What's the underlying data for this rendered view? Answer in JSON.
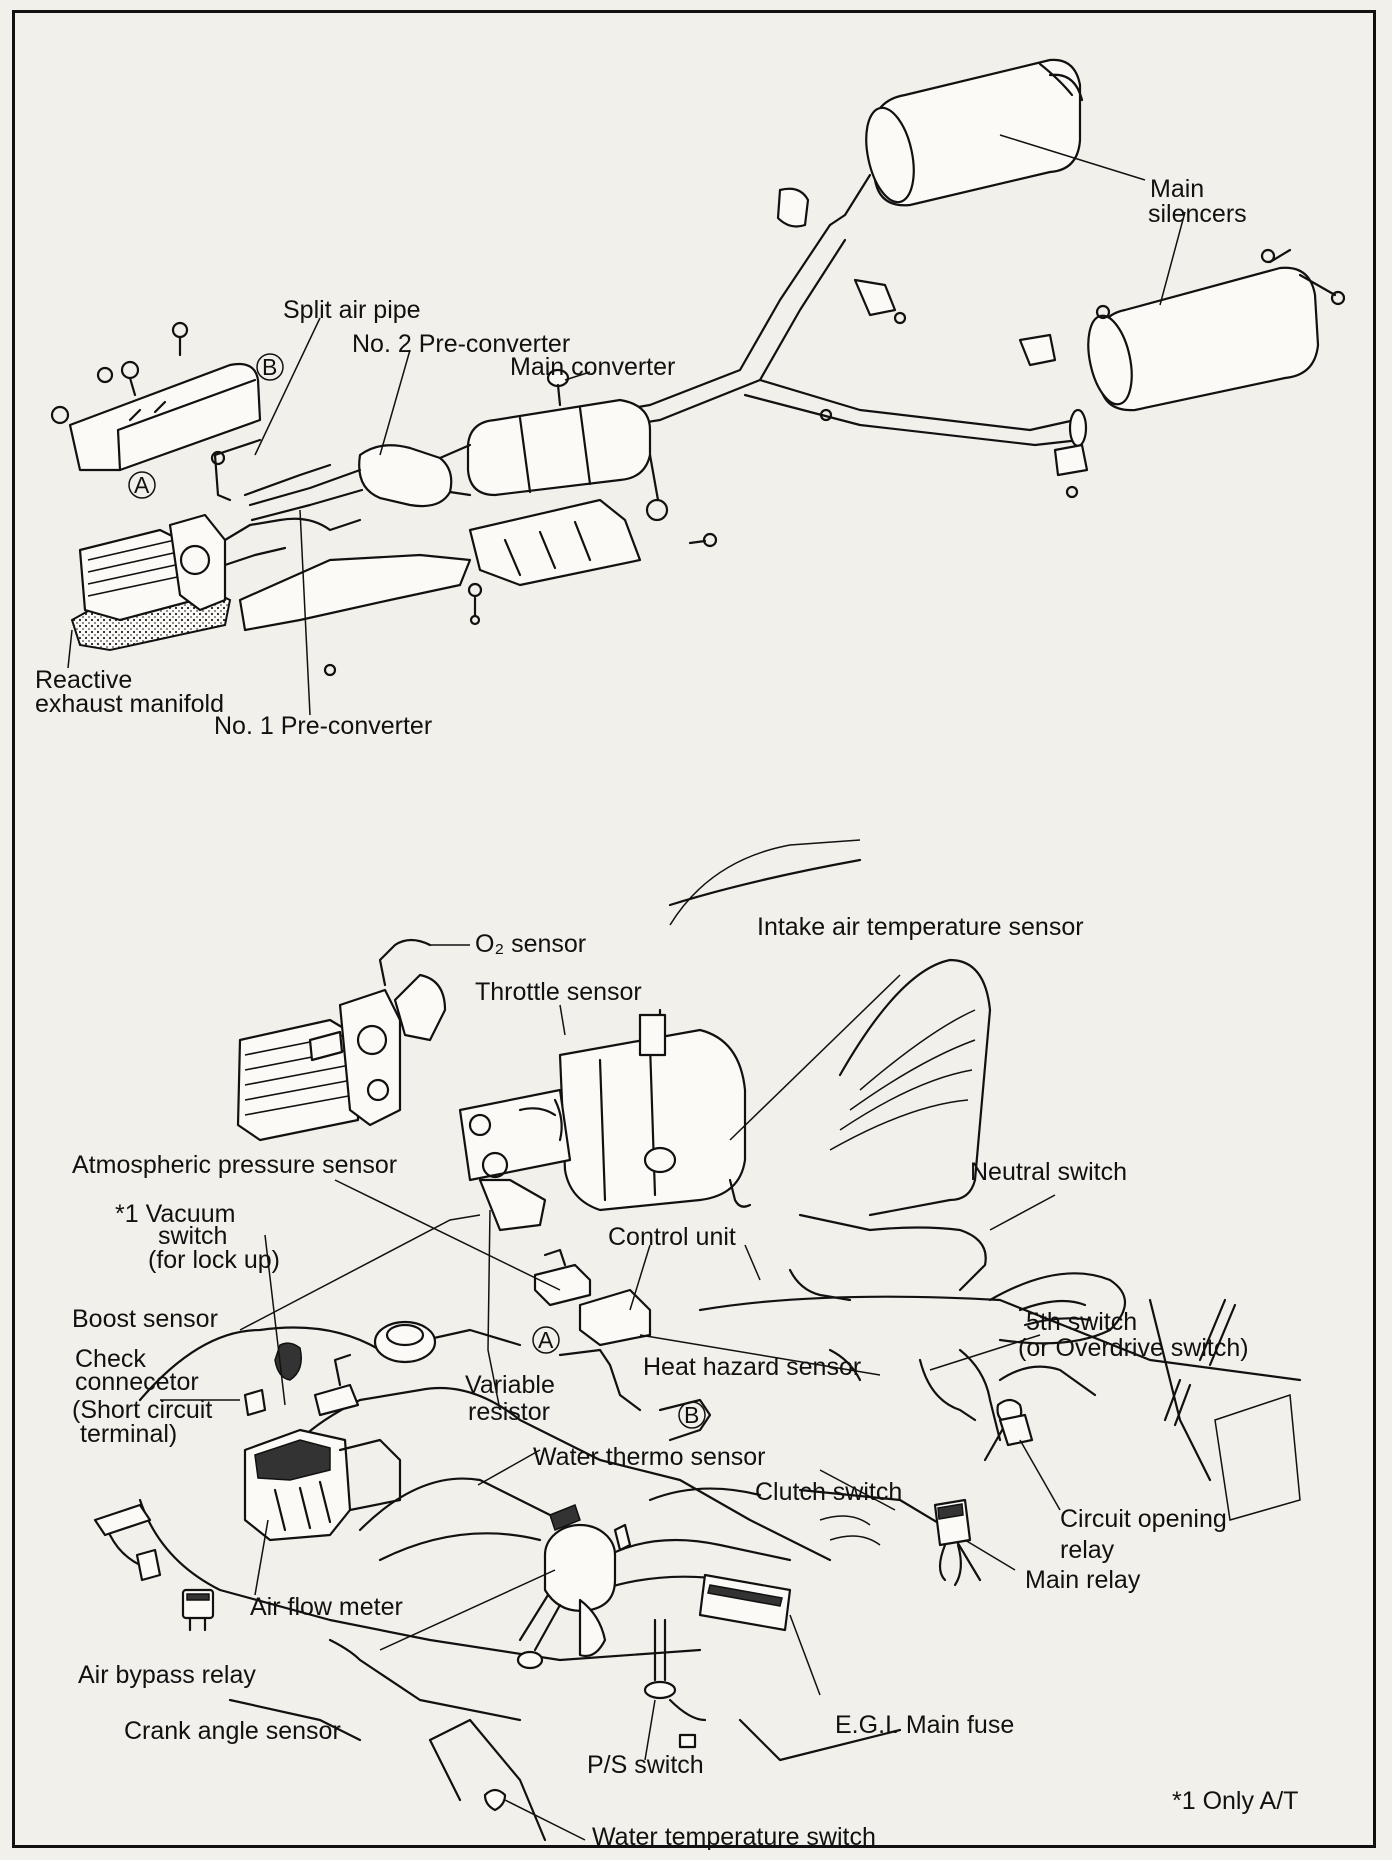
{
  "exhaust_labels": {
    "main_silencers_1": "Main",
    "main_silencers_2": "silencers",
    "split_air_pipe": "Split air pipe",
    "no2_pre_converter": "No. 2 Pre-converter",
    "main_converter": "Main converter",
    "ref_b": "B",
    "ref_a": "A",
    "reactive_manifold_1": "Reactive",
    "reactive_manifold_2": "exhaust manifold",
    "no1_pre_converter": "No. 1 Pre-converter"
  },
  "engine_labels": {
    "o2_sensor": "O₂ sensor",
    "intake_air_temp_sensor": "Intake air temperature sensor",
    "throttle_sensor": "Throttle sensor",
    "atmospheric_pressure_sensor": "Atmospheric pressure sensor",
    "neutral_switch": "Neutral switch",
    "vacuum_switch_1": "*1 Vacuum",
    "vacuum_switch_2": "switch",
    "vacuum_switch_3": "(for lock up)",
    "control_unit": "Control unit",
    "boost_sensor": "Boost sensor",
    "fifth_switch_1": "5th switch",
    "fifth_switch_2": "(or Overdrive switch)",
    "check_connector_1": "Check",
    "check_connector_2": "connecetor",
    "check_connector_3": "(Short circuit",
    "check_connector_4": "terminal)",
    "ref_a": "A",
    "heat_hazard_sensor": "Heat hazard sensor",
    "variable_resistor_1": "Variable",
    "variable_resistor_2": "resistor",
    "ref_b": "B",
    "water_thermo_sensor": "Water thermo sensor",
    "clutch_switch": "Clutch switch",
    "circuit_opening_relay_1": "Circuit opening",
    "circuit_opening_relay_2": "relay",
    "main_relay": "Main relay",
    "air_flow_meter": "Air flow meter",
    "air_bypass_relay": "Air bypass relay",
    "crank_angle_sensor": "Crank angle sensor",
    "egi_main_fuse": "E.G.I. Main fuse",
    "ps_switch": "P/S switch",
    "water_temperature_switch": "Water temperature switch"
  },
  "footnote": "*1 Only A/T"
}
